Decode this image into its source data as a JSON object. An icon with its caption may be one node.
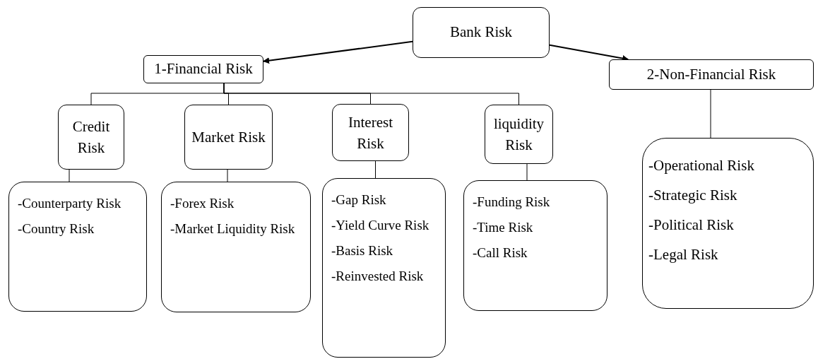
{
  "diagram": {
    "nodes": [
      {
        "text": [
          "Bank Risk"
        ]
      },
      {
        "text": [
          "1-Financial Risk"
        ]
      },
      {
        "text": [
          "2-Non-Financial Risk"
        ]
      },
      {
        "text": [
          "Credit Risk"
        ]
      },
      {
        "text": [
          "Market Risk"
        ]
      },
      {
        "text": [
          "Interest Risk"
        ]
      },
      {
        "text": [
          "liquidity Risk"
        ]
      },
      {
        "text": [
          "-Counterparty Risk",
          "-Country Risk"
        ]
      },
      {
        "text": [
          "-Forex Risk",
          "-Market Liquidity Risk"
        ]
      },
      {
        "text": [
          "-Gap Risk",
          "-Yield Curve Risk",
          "-Basis Risk",
          "-Reinvested Risk"
        ]
      },
      {
        "text": [
          "-Funding Risk",
          "-Time Risk",
          "-Call Risk"
        ]
      },
      {
        "text": [
          "-Operational Risk",
          "-Strategic Risk",
          "-Political Risk",
          "-Legal Risk"
        ]
      }
    ],
    "edges": [
      {
        "from": 0,
        "to": 1,
        "arrow": "to"
      },
      {
        "from": 0,
        "to": 2,
        "arrow": "to"
      },
      {
        "from": 1,
        "to": 3,
        "arrow": "none"
      },
      {
        "from": 1,
        "to": 4,
        "arrow": "none"
      },
      {
        "from": 1,
        "to": 5,
        "arrow": "none"
      },
      {
        "from": 1,
        "to": 6,
        "arrow": "none"
      },
      {
        "from": 3,
        "to": 7,
        "arrow": "none"
      },
      {
        "from": 4,
        "to": 8,
        "arrow": "none"
      },
      {
        "from": 5,
        "to": 9,
        "arrow": "none"
      },
      {
        "from": 6,
        "to": 10,
        "arrow": "none"
      },
      {
        "from": 2,
        "to": 11,
        "arrow": "none"
      }
    ]
  }
}
